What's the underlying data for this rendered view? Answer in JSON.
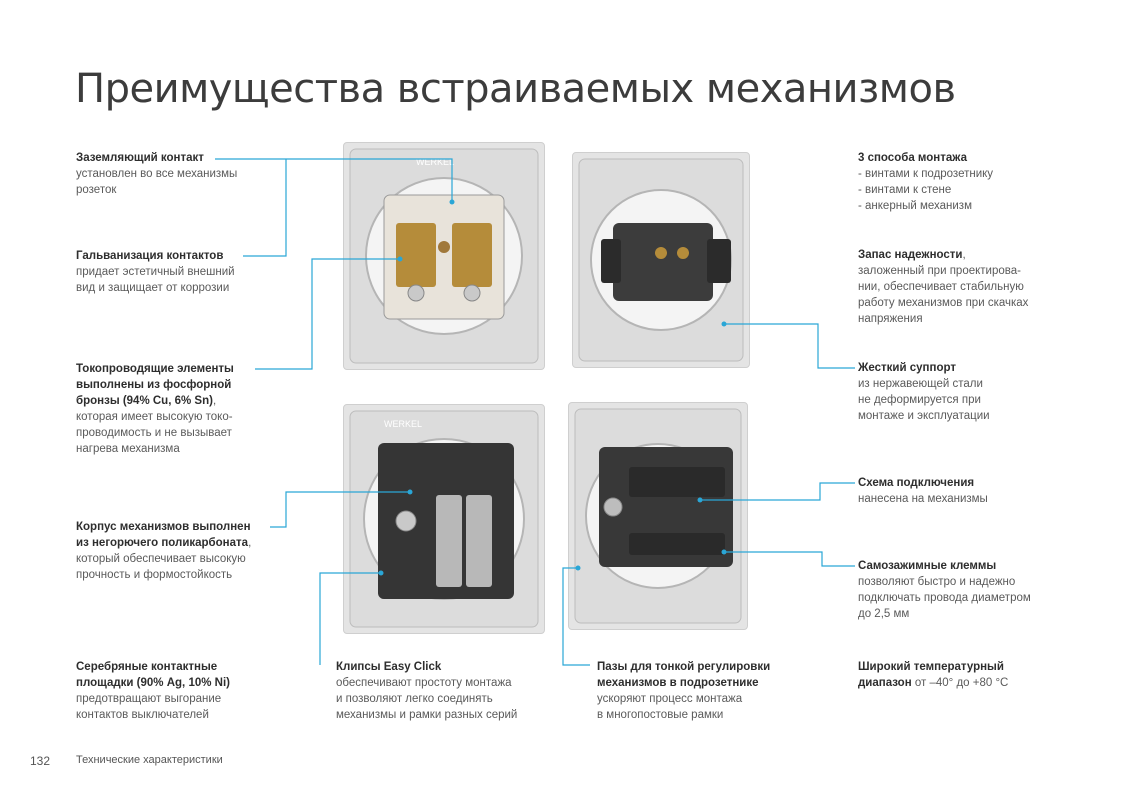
{
  "title": "Преимущества встраиваемых механизмов",
  "page_number": "132",
  "section": "Технические характеристики",
  "brand_mark": "WERKEL",
  "features": {
    "ground": {
      "b1": "Заземляющий контакт",
      "t": [
        "установлен во все механизмы",
        "розеток"
      ]
    },
    "galv": {
      "b1": "Гальванизация контактов",
      "t": [
        "придает эстетичный внешний",
        "вид и защищает от коррозии"
      ]
    },
    "conduct": {
      "bl": [
        "Токопроводящие элементы",
        "выполнены из фосфорной"
      ],
      "b_last": "бронзы (94% Cu, 6% Sn)",
      "tail": ",",
      "t": [
        "которая имеет высокую токо-",
        "проводимость и не вызывает",
        "нагрева механизма"
      ]
    },
    "housing": {
      "bl": [
        "Корпус механизмов выполнен"
      ],
      "b_last": "из негорючего поликарбоната",
      "tail": ",",
      "t": [
        "который обеспечивает высокую",
        "прочность и формостойкость"
      ]
    },
    "silver": {
      "bl": [
        "Серебряные контактные"
      ],
      "b_last": "площадки (90% Ag, 10% Ni)",
      "t": [
        "предотвращают выгорание",
        "контактов выключателей"
      ]
    },
    "clips": {
      "b1": "Клипсы Easy Click",
      "t": [
        "обеспечивают простоту монтажа",
        "и позволяют легко соединять",
        "механизмы и рамки разных серий"
      ]
    },
    "slots": {
      "bl": [
        "Пазы для тонкой регулировки",
        "механизмов в подрозетнике"
      ],
      "t": [
        "ускоряют процесс монтажа",
        "в многопостовые рамки"
      ]
    },
    "mount": {
      "b1": "3 способа монтажа",
      "t": [
        "- винтами к подрозетнику",
        "- винтами к стене",
        "- анкерный механизм"
      ]
    },
    "reserve": {
      "b1": "Запас надежности",
      "tail": ",",
      "t": [
        "заложенный при проектирова-",
        "нии, обеспечивает стабильную",
        "работу механизмов при скачках",
        "напряжения"
      ]
    },
    "support": {
      "b1": "Жесткий суппорт",
      "t": [
        "из нержавеющей стали",
        "не деформируется при",
        "монтаже и эксплуатации"
      ]
    },
    "scheme": {
      "b1": "Схема подключения",
      "t": [
        "нанесена на механизмы"
      ]
    },
    "clamps": {
      "b1": "Самозажимные клеммы",
      "t": [
        "позволяют быстро и надежно",
        "подключать провода диаметром",
        "до 2,5 мм"
      ]
    },
    "temp": {
      "bl": [
        "Широкий температурный"
      ],
      "b_last": "диапазон",
      "inline": " от –40° до +80 °C"
    }
  },
  "colors": {
    "accent": "#2aa6d6",
    "text": "#5a5a5a",
    "heading": "#2e2e2e"
  },
  "icons": [
    "socket-mechanism-photo",
    "switch-mechanism-photo",
    "double-switch-mechanism-photo",
    "terminal-mechanism-photo"
  ]
}
